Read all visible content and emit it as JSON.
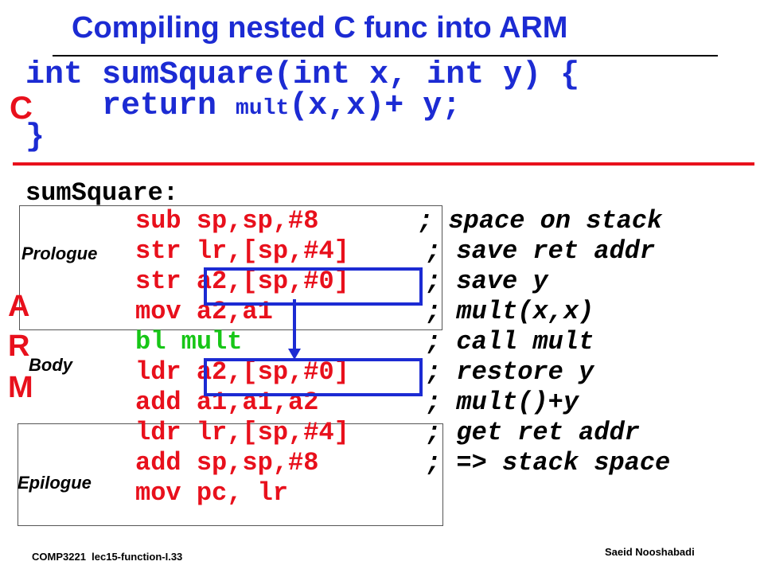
{
  "title": "Compiling nested C func into ARM",
  "c_section": {
    "tag": "C",
    "lines": [
      "int sumSquare(int x, int y) {",
      "return ",
      "mult",
      "(x,x)+ y;",
      "}"
    ]
  },
  "arm_section": {
    "tag_letters": [
      "A",
      "R",
      "M"
    ],
    "label": "sumSquare:",
    "sections": {
      "prologue": "Prologue",
      "body": "Body",
      "epilogue": "Epilogue"
    },
    "instructions": [
      {
        "code": "sub sp,sp,#8",
        "comment": "; space on stack"
      },
      {
        "code": "str lr,[sp,#4]",
        "comment": "; save ret addr"
      },
      {
        "code": "str a2,[sp,#0]",
        "comment": "; save y"
      },
      {
        "code": "mov a2,a1",
        "comment": "; mult(x,x)"
      },
      {
        "code": "bl mult",
        "comment": "; call mult"
      },
      {
        "code": "ldr a2,[sp,#0]",
        "comment": "; restore y"
      },
      {
        "code": "add a1,a1,a2",
        "comment": "; mult()+y"
      },
      {
        "code": "ldr lr,[sp,#4]",
        "comment": "; get ret addr"
      },
      {
        "code": "add sp,sp,#8",
        "comment": "; => stack space"
      },
      {
        "code": "mov pc, lr",
        "comment": ""
      }
    ]
  },
  "footer": {
    "left": "COMP3221  lec15-function-I.33",
    "right": "Saeid Nooshabadi"
  },
  "colors": {
    "title": "#1c2bd3",
    "code_red": "#e8101c",
    "call_green": "#17c617"
  }
}
